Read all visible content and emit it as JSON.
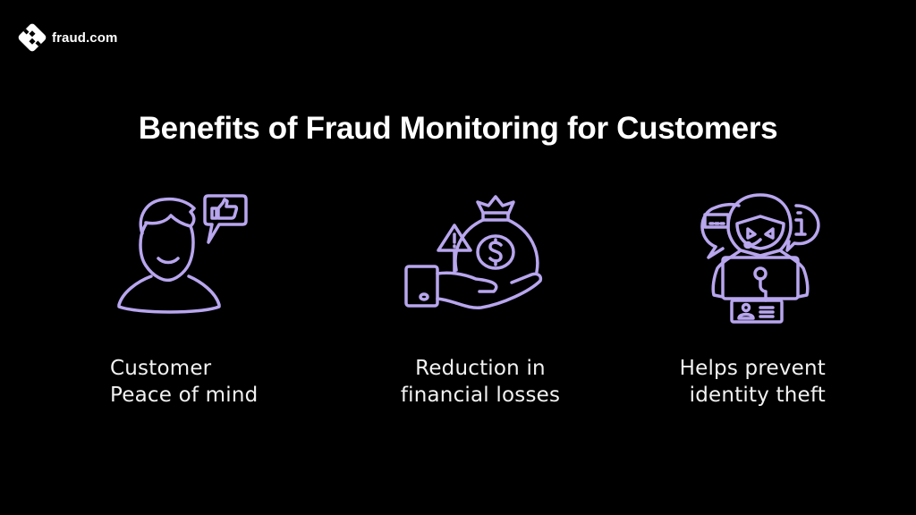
{
  "brand": {
    "name": "fraud.com",
    "logo_icon": "fraud-com-logo-icon"
  },
  "title": "Benefits of Fraud Monitoring for Customers",
  "colors": {
    "background": "#000000",
    "text": "#ffffff",
    "icon_stroke": "#b8a6ee"
  },
  "benefits": [
    {
      "icon": "customer-thumbs-up-icon",
      "lines": [
        "Customer",
        "Peace of mind"
      ]
    },
    {
      "icon": "money-bag-hand-warning-icon",
      "lines": [
        "Reduction in",
        "financial losses"
      ]
    },
    {
      "icon": "hacker-identity-theft-icon",
      "lines": [
        "Helps prevent",
        "identity theft"
      ]
    }
  ]
}
